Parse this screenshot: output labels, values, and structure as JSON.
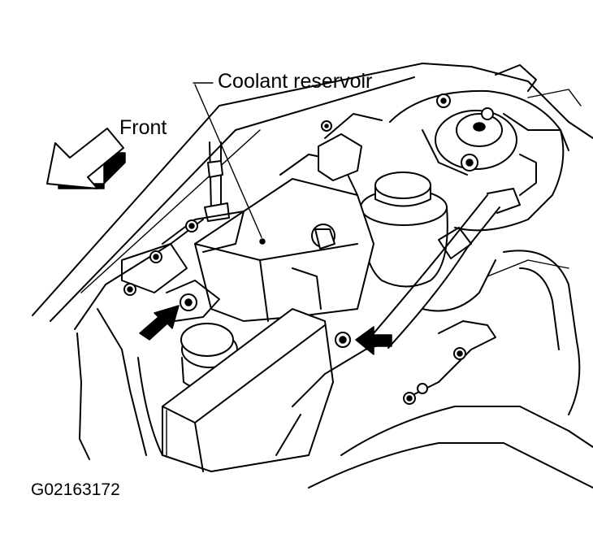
{
  "labels": {
    "front": "Front",
    "coolant_reservoir": "Coolant reservoir",
    "figure_id": "G02163172"
  },
  "colors": {
    "ink": "#000000",
    "paper": "#ffffff"
  },
  "icons": {
    "direction_arrow": "front-direction-arrow-icon",
    "pointer_arrow": "solid-pointer-arrow-icon"
  }
}
